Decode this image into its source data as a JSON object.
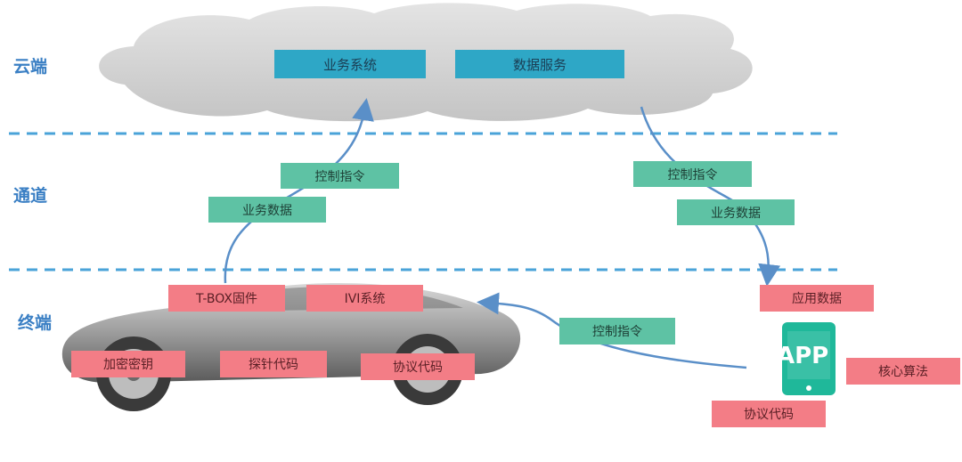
{
  "tiers": {
    "cloud": "云端",
    "channel": "通道",
    "terminal": "终端"
  },
  "cloud": {
    "business_system": "业务系统",
    "data_service": "数据服务"
  },
  "channel": {
    "left_control": "控制指令",
    "left_data": "业务数据",
    "right_control": "控制指令",
    "right_data": "业务数据"
  },
  "car": {
    "tbox": "T-BOX固件",
    "ivi": "IVI系统",
    "encryption_key": "加密密钥",
    "probe_code": "探针代码",
    "protocol_code": "协议代码"
  },
  "app": {
    "icon_text": "APP",
    "app_data": "应用数据",
    "core_algorithm": "核心算法",
    "protocol_code": "协议代码"
  },
  "link": {
    "control": "控制指令"
  },
  "colors": {
    "tier_text": "#3a7fc4",
    "divider": "#4aa3d8",
    "cloud_box": "#2ea7c6",
    "green_box": "#5ec2a4",
    "red_box": "#f37d86",
    "arrow": "#5a8fc8",
    "app_icon": "#1fb89a"
  }
}
